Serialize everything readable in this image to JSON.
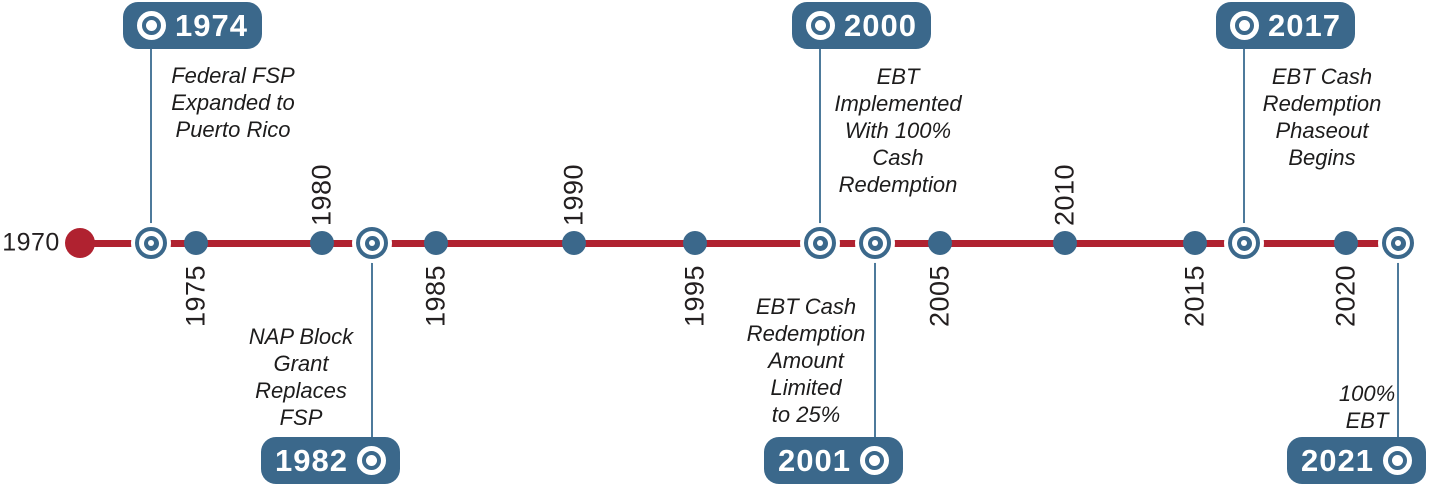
{
  "colors": {
    "blue": "#3b688b",
    "red": "#b02230",
    "connector": "#4d7a9b",
    "text": "#231f20"
  },
  "axis": {
    "start_label": "1970",
    "ticks": [
      {
        "label": "1975",
        "position": "below"
      },
      {
        "label": "1980",
        "position": "above"
      },
      {
        "label": "1985",
        "position": "below"
      },
      {
        "label": "1990",
        "position": "above"
      },
      {
        "label": "1995",
        "position": "below"
      },
      {
        "label": "2005",
        "position": "below"
      },
      {
        "label": "2010",
        "position": "above"
      },
      {
        "label": "2015",
        "position": "below"
      },
      {
        "label": "2020",
        "position": "below"
      }
    ]
  },
  "events": [
    {
      "year": "1974",
      "side": "above",
      "description": "Federal FSP\nExpanded to\nPuerto Rico"
    },
    {
      "year": "1982",
      "side": "below",
      "description": "NAP Block\nGrant\nReplaces\nFSP"
    },
    {
      "year": "2000",
      "side": "above",
      "description": "EBT\nImplemented\nWith 100%\nCash\nRedemption"
    },
    {
      "year": "2001",
      "side": "below",
      "description": "EBT Cash\nRedemption\nAmount\nLimited\nto 25%"
    },
    {
      "year": "2017",
      "side": "above",
      "description": "EBT Cash\nRedemption\nPhaseout\nBegins"
    },
    {
      "year": "2021",
      "side": "below",
      "description": "100%\nEBT"
    }
  ]
}
